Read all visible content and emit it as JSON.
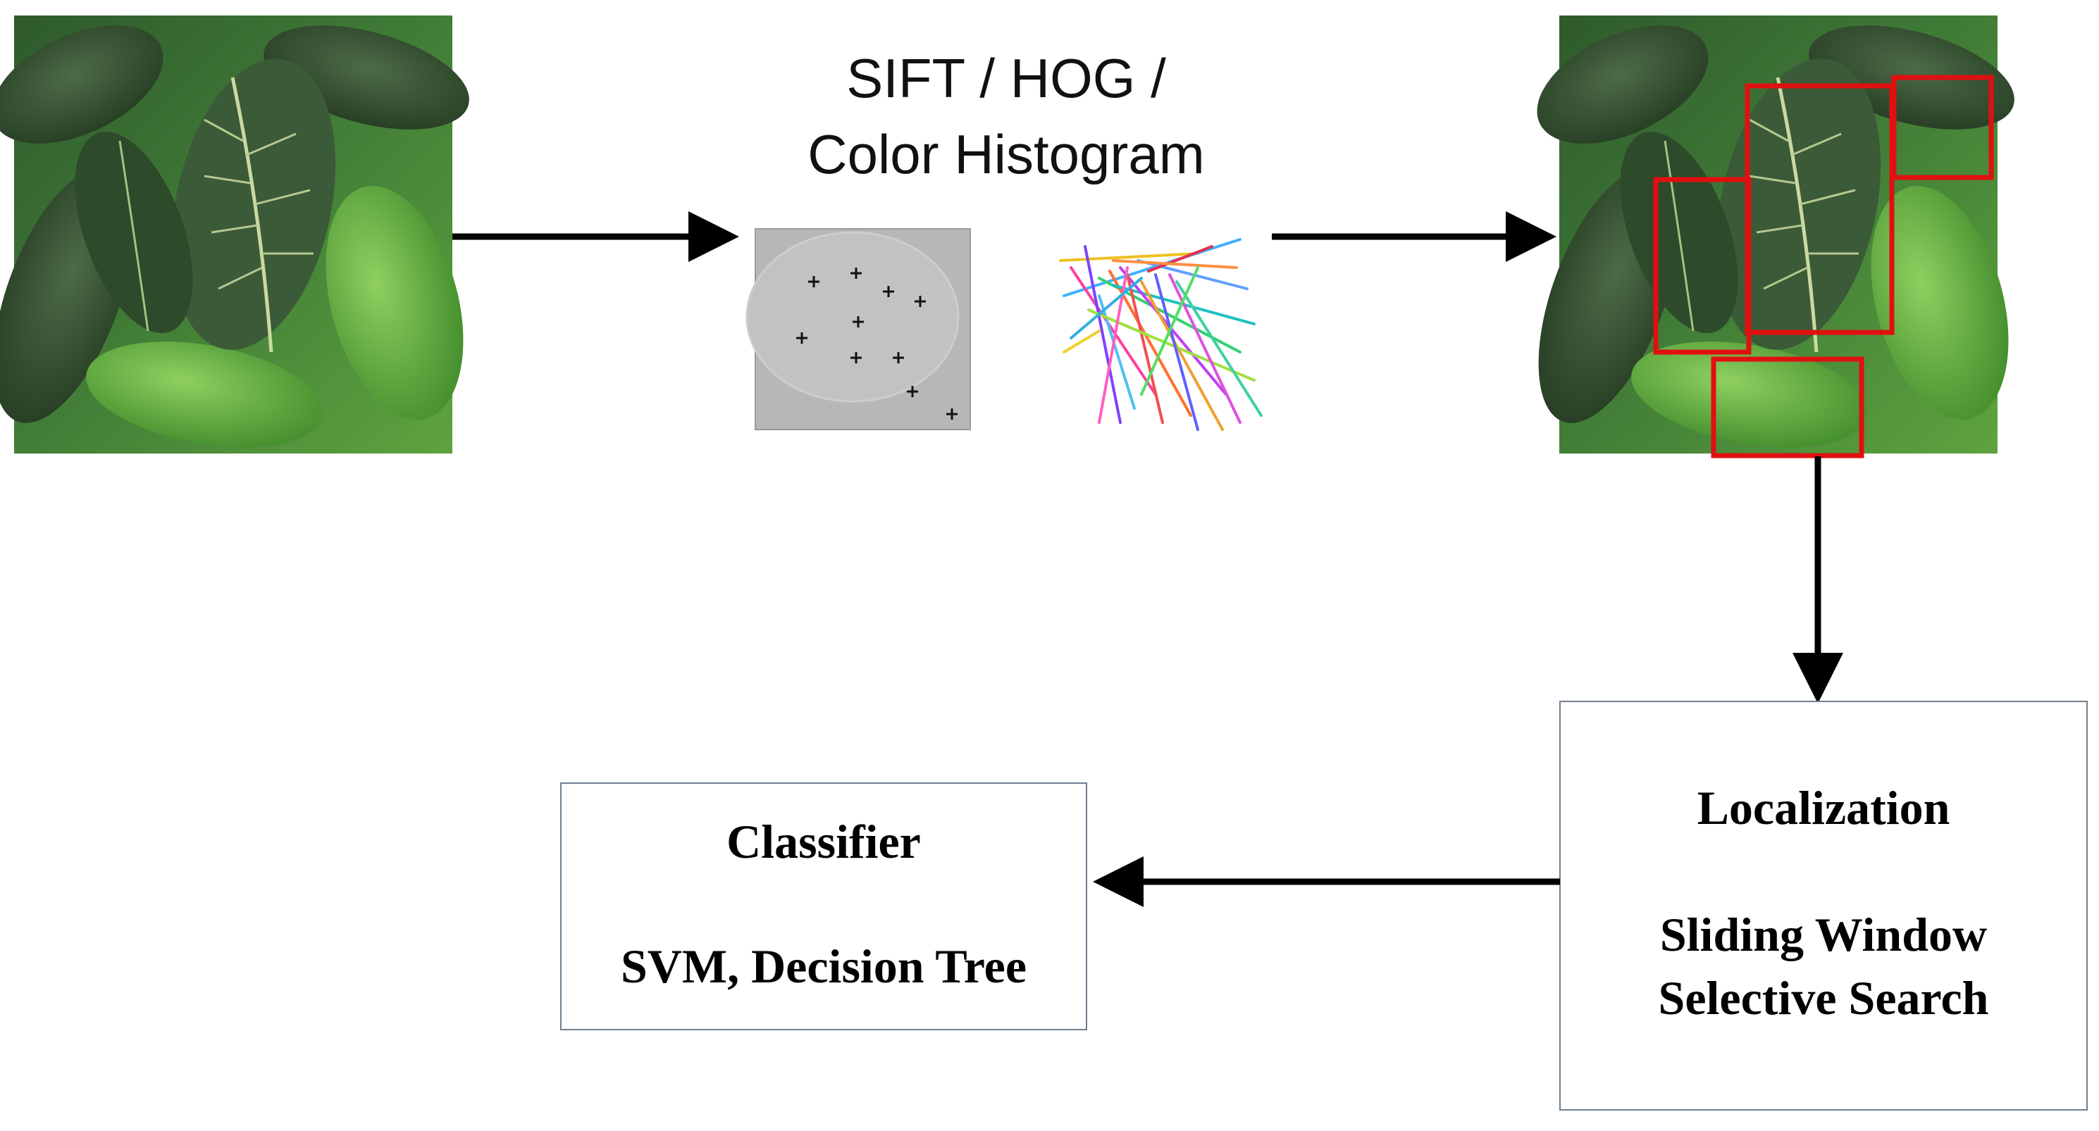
{
  "features": {
    "title_line1": "SIFT / HOG /",
    "title_line2": "Color Histogram"
  },
  "localization_box": {
    "title": "Localization",
    "line1": "Sliding Window",
    "line2": "Selective Search"
  },
  "classifier_box": {
    "title": "Classifier",
    "line1": "SVM, Decision Tree"
  },
  "colors": {
    "arrow": "#000000",
    "detection_box": "#e01010",
    "box_border": "#6f7f8f",
    "keypoint_panel": "#b7b7b7"
  },
  "icons": [
    "leaf-photo",
    "keypoint-map",
    "hog-gradient-lines",
    "leaf-photo-with-detections"
  ]
}
